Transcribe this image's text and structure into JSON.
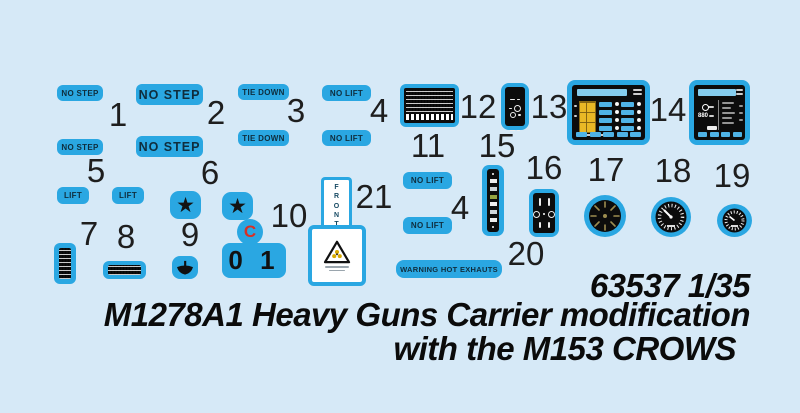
{
  "colors": {
    "background": "#d6e9f7",
    "decal_blue": "#2aa7e2",
    "decal_text": "#0f2d3d",
    "ink_black": "#141414",
    "marking_red": "#d93025",
    "screen_black": "#0c0c0c",
    "screen_header_blue": "#85cdee",
    "panel_yellow": "#e9b825",
    "gauge_olive": "#9d8d50"
  },
  "labels": {
    "no_step": "NO STEP",
    "tie_down": "TIE DOWN",
    "no_lift": "NO LIFT",
    "lift": "LIFT",
    "front": "FRONT",
    "warning_hot_exhaust": "WARNING HOT EXHAUTS",
    "c_marking": "C",
    "digits_01": "0 1",
    "panel14_value": "880"
  },
  "icons": {
    "star": "★"
  },
  "item_numbers": {
    "n1": "1",
    "n2": "2",
    "n3": "3",
    "n4": "4",
    "n5": "5",
    "n6": "6",
    "n7": "7",
    "n8": "8",
    "n9": "9",
    "n10": "10",
    "n11": "11",
    "n12": "12",
    "n13": "13",
    "n14": "14",
    "n15": "15",
    "n16": "16",
    "n17": "17",
    "n18": "18",
    "n19": "19",
    "n20": "20",
    "n21": "21"
  },
  "footer": {
    "kit_number": "63537 1/35",
    "title_line1": "M1278A1 Heavy Guns Carrier modification",
    "title_line2": "with the M153 CROWS"
  }
}
